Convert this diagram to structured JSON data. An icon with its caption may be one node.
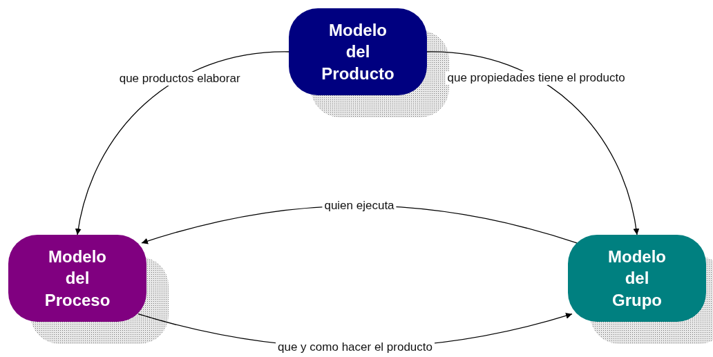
{
  "diagram": {
    "nodes": [
      {
        "text": [
          "Modelo del Producto"
        ]
      },
      {
        "text": [
          "Modelo del Proceso"
        ]
      },
      {
        "text": [
          "Modelo del Grupo"
        ]
      }
    ],
    "edges": [
      {
        "from": 0,
        "to": 1,
        "arrow": "to",
        "label": "que productos elaborar"
      },
      {
        "from": 0,
        "to": 2,
        "arrow": "to",
        "label": "que propiedades tiene el producto"
      },
      {
        "from": 2,
        "to": 1,
        "arrow": "to",
        "label": "quien ejecuta"
      },
      {
        "from": 1,
        "to": 2,
        "arrow": "to",
        "label": "que y como hacer el producto"
      }
    ]
  }
}
